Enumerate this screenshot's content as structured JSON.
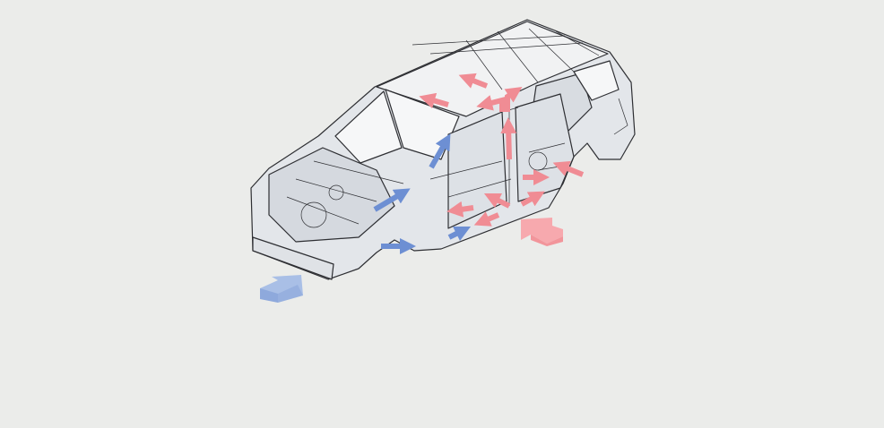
{
  "colors": {
    "background": "#ebecea",
    "body_fill": "#e3e6ea",
    "body_stroke": "#2e2f33",
    "roof_fill": "#f1f2f3",
    "blue_arrow": "#6d8fd3",
    "blue_block_arrow": "#a9bfe6",
    "red_arrow": "#f08c94",
    "red_block_arrow": "#f7a9ae"
  },
  "icons": {
    "car_body": "car-body-frame-illustration",
    "front_impact": "blue-block-arrow",
    "side_impact": "red-block-arrow"
  }
}
